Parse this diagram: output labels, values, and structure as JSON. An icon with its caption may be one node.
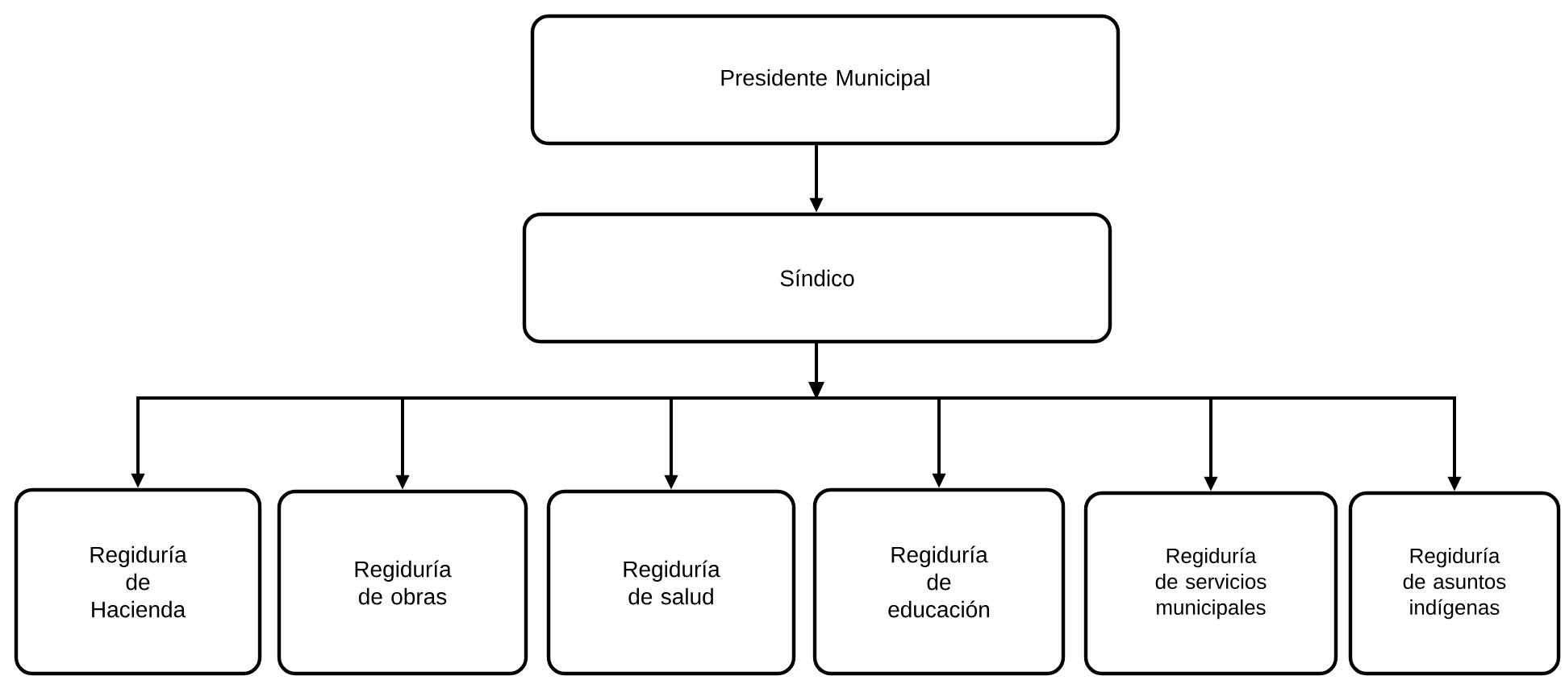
{
  "diagram": {
    "nodes": [
      {
        "text": [
          "Presidente Municipal"
        ]
      },
      {
        "text": [
          "Síndico"
        ]
      },
      {
        "text": [
          "Regiduría de Hacienda"
        ]
      },
      {
        "text": [
          "Regiduría de obras"
        ]
      },
      {
        "text": [
          "Regiduría de salud"
        ]
      },
      {
        "text": [
          "Regiduría de educación"
        ]
      },
      {
        "text": [
          "Regiduría de servicios municipales"
        ]
      },
      {
        "text": [
          "Regiduría de asuntos indígenas"
        ]
      }
    ],
    "edges": [
      {
        "from": 0,
        "to": 1,
        "arrow": "to"
      },
      {
        "from": 1,
        "to": 2,
        "arrow": "to"
      },
      {
        "from": 1,
        "to": 3,
        "arrow": "to"
      },
      {
        "from": 1,
        "to": 4,
        "arrow": "to"
      },
      {
        "from": 1,
        "to": 5,
        "arrow": "to"
      },
      {
        "from": 1,
        "to": 6,
        "arrow": "to"
      },
      {
        "from": 1,
        "to": 7,
        "arrow": "to"
      }
    ]
  }
}
